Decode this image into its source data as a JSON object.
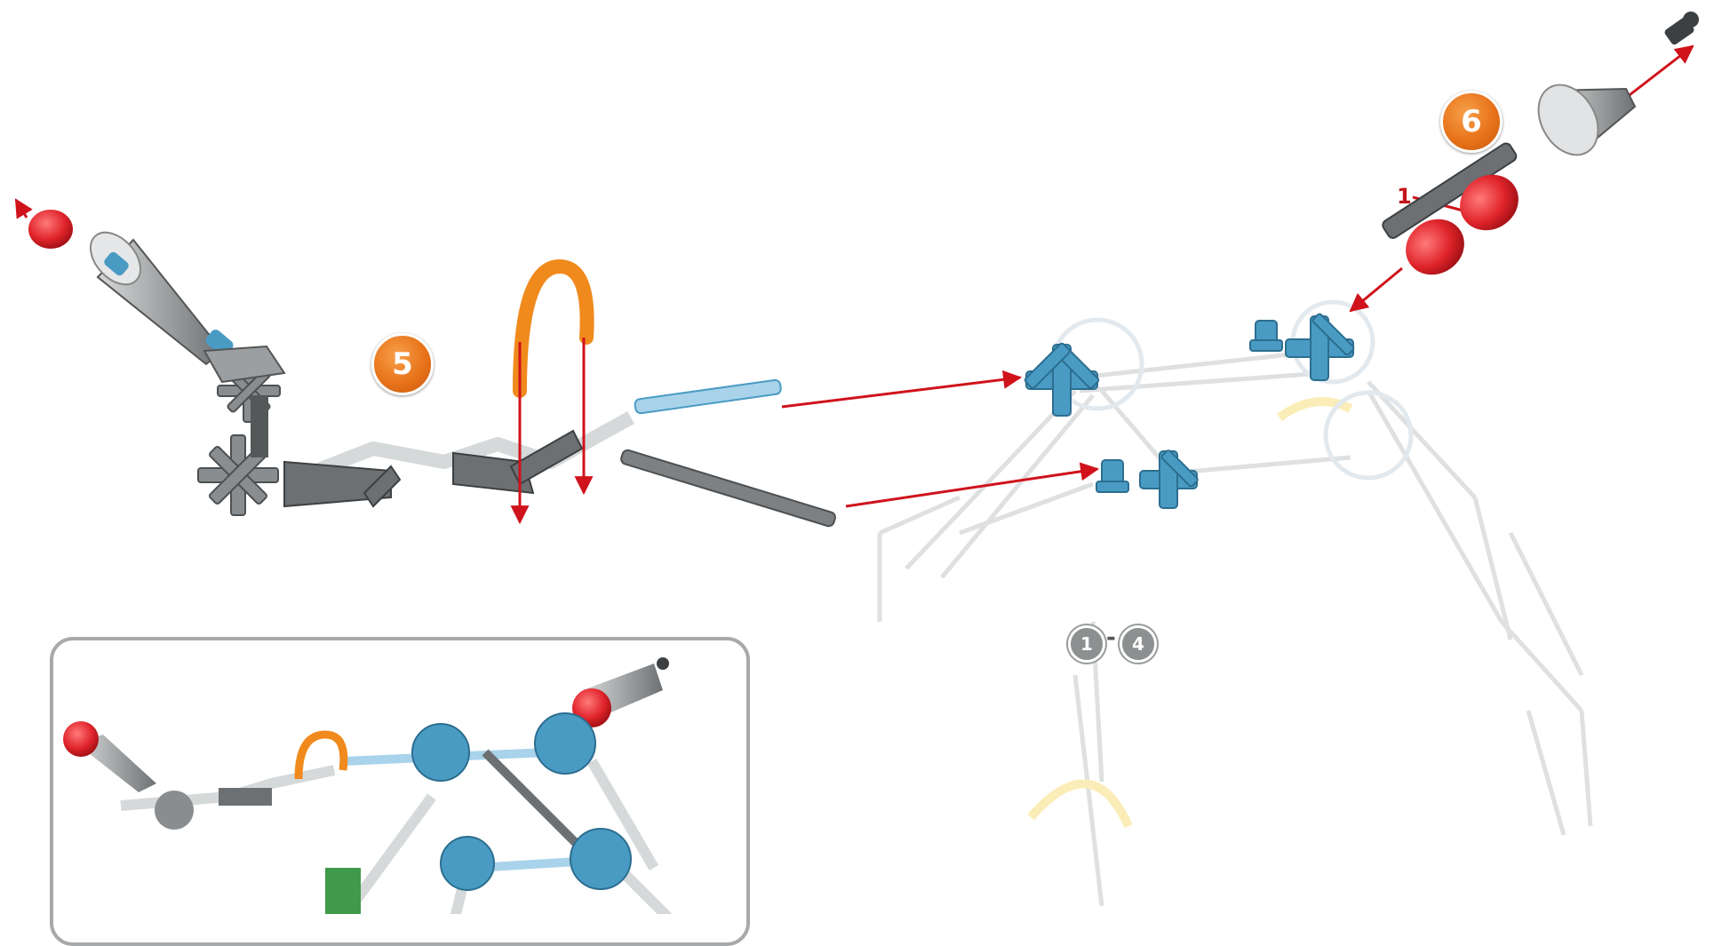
{
  "steps": {
    "step5": "5",
    "step6": "6"
  },
  "reference": {
    "from": "1",
    "separator": "-",
    "to": "4"
  },
  "quantity_label": "1",
  "colors": {
    "accent_orange": "#e8731a",
    "arrow_red": "#d0121b",
    "connector_blue": "#4a9bc4",
    "rod_grey": "#6d7072",
    "ball_red": "#e0242b",
    "inset_border": "#a7a9ab"
  },
  "icons": [
    "step-5-badge",
    "step-6-badge",
    "ref-step-badge",
    "red-ball",
    "grey-cone",
    "blue-connector",
    "orange-flex-rod",
    "red-arrow"
  ]
}
